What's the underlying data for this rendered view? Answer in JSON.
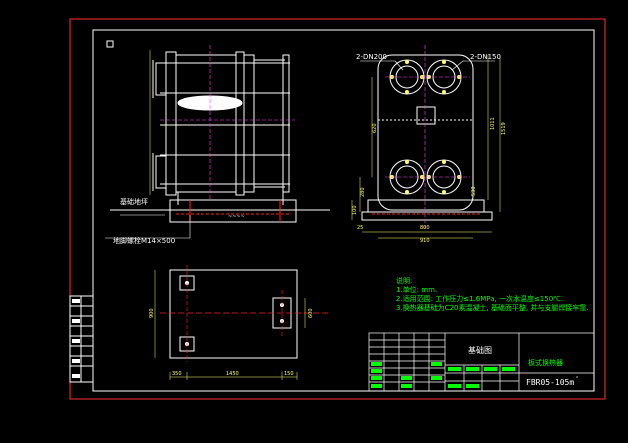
{
  "colors": {
    "background": "#000000",
    "frame": "#ff3030",
    "line": "#ffffff",
    "green": "#00ff00",
    "yellow": "#ffff66",
    "magenta": "#ff40ff",
    "cyan": "#00e0e0",
    "red": "#ff2020"
  },
  "front_view": {
    "foundation_label": "基础地坪",
    "bolt_label": "地脚螺栓M14×500",
    "plate_tag": "~~~~"
  },
  "side_view": {
    "nozzle_large": "2-DN200",
    "nozzle_small": "2-DN150",
    "dim_height": "1519",
    "dim_inner": "1011",
    "dim_upper": "620",
    "dim_lower": "530",
    "dim_base": "280",
    "dim_foot": "100",
    "dim_width": "910",
    "dim_width_inner": "800",
    "dim_small": "25"
  },
  "plan_view": {
    "dim_left": "350",
    "dim_total": "1450",
    "dim_right": "150",
    "dim_depth": "900",
    "dim_inner_depth": "600"
  },
  "notes": {
    "title": "说明:",
    "items": [
      "1.单位: mm.",
      "2.适用范围: 工作压力≤1.6MPa, 一次水温度≤150℃.",
      "3.换热器基础为C20素混凝土, 基础面平整, 并与支腿焊接牢靠."
    ]
  },
  "title_block": {
    "drawing_name": "基础图",
    "product_name": "板式换热器",
    "model": "FBR05-105m",
    "model_suffix": "²"
  }
}
